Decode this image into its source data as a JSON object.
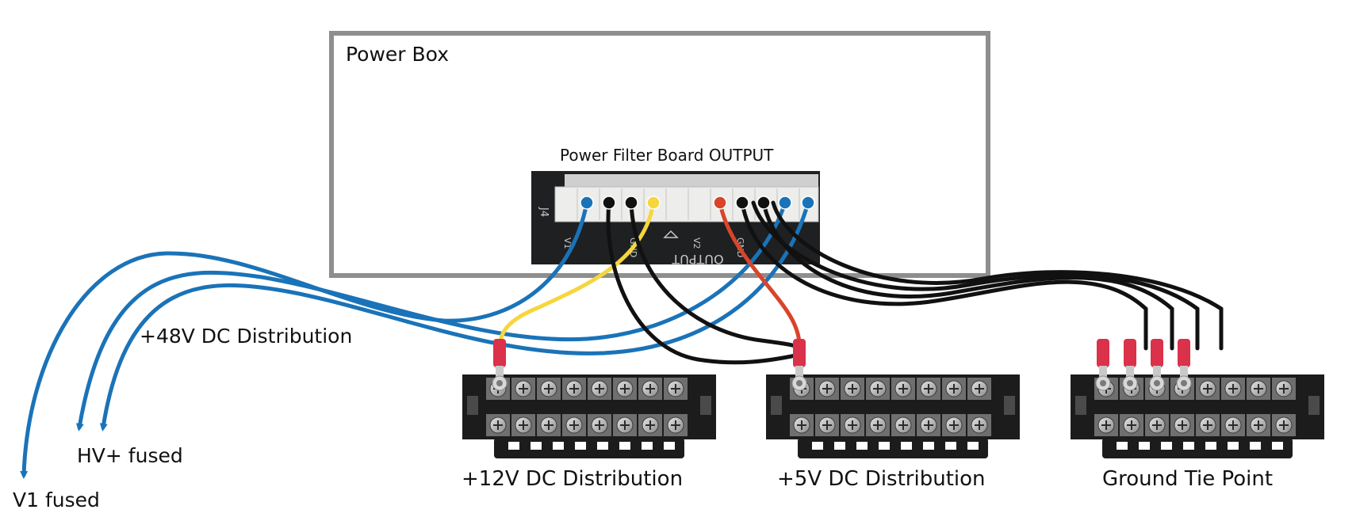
{
  "labels": {
    "power_box": "Power Box",
    "board_output": "Power Filter Board OUTPUT",
    "dist_48v": "+48V DC Distribution",
    "hv_fused": "HV+ fused",
    "v1_fused": "V1 fused",
    "dist_12v": "+12V DC Distribution",
    "dist_5v": "+5V DC Distribution",
    "ground": "Ground Tie Point"
  },
  "board_silkscreen": [
    "J4",
    "OUTPUT",
    "GND",
    "GND",
    "V1",
    "V2"
  ],
  "colors": {
    "box_border": "#8e8e8e",
    "blue_wire": "#1a73b8",
    "black_wire": "#111111",
    "yellow_wire": "#f5d63d",
    "red_wire": "#d9442a",
    "connector": "#e8e6e1",
    "terminal_block": "#1c1c1c",
    "crimp": "#d9324a"
  },
  "pins": [
    {
      "color": "blue"
    },
    {
      "color": "black"
    },
    {
      "color": "black"
    },
    {
      "color": "yellow"
    },
    {
      "color": "red"
    },
    {
      "color": "black"
    },
    {
      "color": "black"
    },
    {
      "color": "blue"
    },
    {
      "color": "blue"
    }
  ]
}
